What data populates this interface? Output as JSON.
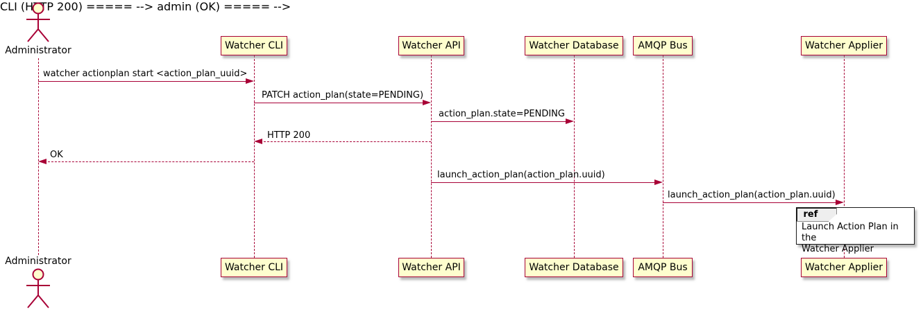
{
  "diagram_type": "plantuml-sequence",
  "participants": [
    {
      "name": "Administrator",
      "type": "actor"
    },
    {
      "name": "Watcher CLI",
      "type": "participant"
    },
    {
      "name": "Watcher API",
      "type": "participant"
    },
    {
      "name": "Watcher Database",
      "type": "participant"
    },
    {
      "name": "AMQP Bus",
      "type": "participant"
    },
    {
      "name": "Watcher Applier",
      "type": "participant"
    }
  ],
  "messages": [
    {
      "from": "Administrator",
      "to": "Watcher CLI",
      "label": "watcher actionplan start <action_plan_uuid>",
      "line": "solid"
    },
    {
      "from": "Watcher CLI",
      "to": "Watcher API",
      "label": "PATCH action_plan(state=PENDING)",
      "line": "solid"
    },
    {
      "from": "Watcher API",
      "to": "Watcher Database",
      "label": "action_plan.state=PENDING",
      "line": "solid"
    },
    {
      "from": "Watcher API",
      "to": "Watcher CLI",
      "label": "HTTP 200",
      "line": "dashed"
    },
    {
      "from": "Watcher CLI",
      "to": "Administrator",
      "label": "OK",
      "line": "dashed"
    },
    {
      "from": "Watcher API",
      "to": "AMQP Bus",
      "label": "launch_action_plan(action_plan.uuid)",
      "line": "solid"
    },
    {
      "from": "AMQP Bus",
      "to": "Watcher Applier",
      "label": "launch_action_plan(action_plan.uuid)",
      "line": "solid"
    }
  ],
  "ref_fragment": {
    "keyword": "ref",
    "over": "Watcher Applier",
    "text": "Launch Action Plan in the\nWatcher Applier"
  },
  "colors": {
    "participant_fill": "#FEFECE",
    "stroke": "#A80036",
    "text": "#000000",
    "ref_border": "#1A1A1A",
    "ref_keyword_bg": "#EEEEEE",
    "background": "#FFFFFF"
  }
}
